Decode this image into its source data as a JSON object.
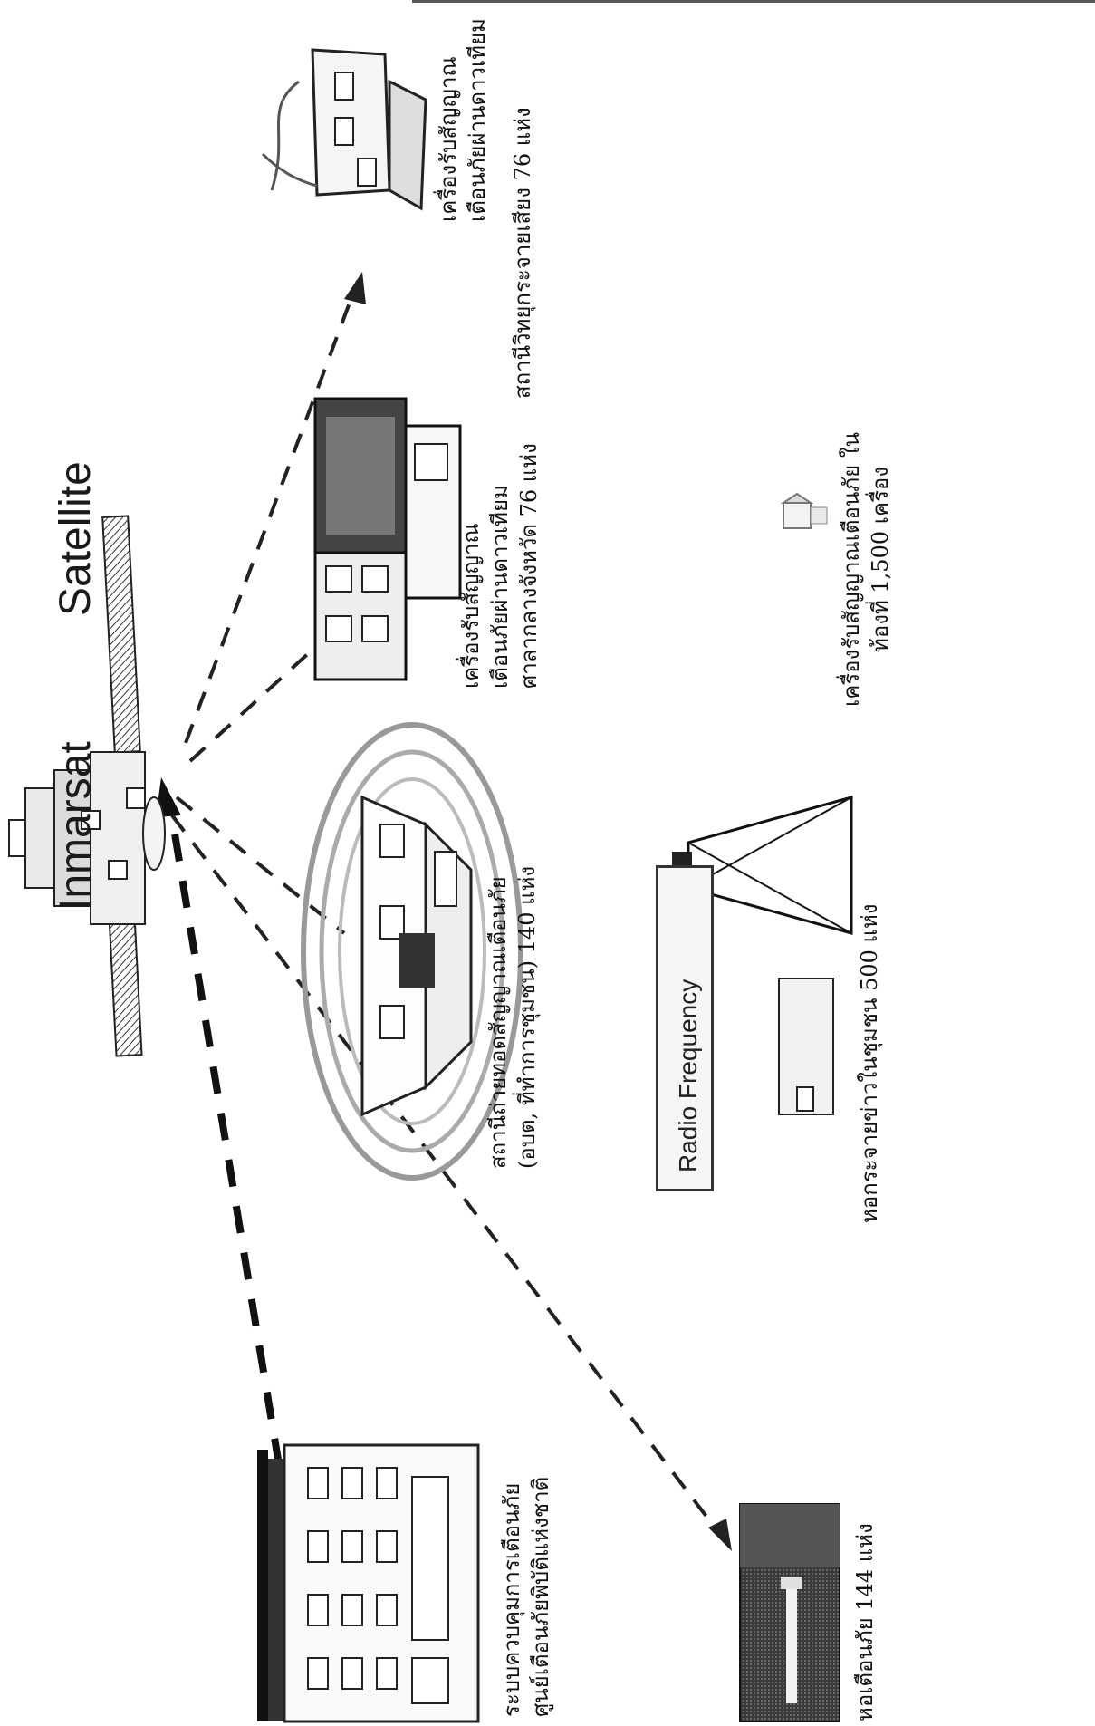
{
  "satellite": {
    "title_left": "Inmarsat",
    "title_right": "Satellite"
  },
  "radio_frequency": "Radio Frequency",
  "nodes": {
    "national_center": {
      "line1": "ระบบควบคุมการเตือนภัย",
      "line2": "ศูนย์เตือนภัยพิบัติแห่งชาติ"
    },
    "warning_tower": {
      "line1": "หอเตือนภัย 144 แห่ง"
    },
    "relay_station": {
      "line1": "สถานีถ่ายทอดสัญญาณเตือนภัย",
      "line2": "(อบต, ที่ทำการชุมชน) 140 แห่ง"
    },
    "community_broadcast": {
      "line1": "หอกระจายข่าวในชุมชน 500 แห่ง"
    },
    "provincial_hall": {
      "line1": "เครื่องรับสัญญาณ",
      "line2": "เตือนภัยผ่านดาวเทียม",
      "line3": "ศาลากลางจังหวัด 76 แห่ง"
    },
    "local_receiver": {
      "line1": "เครื่องรับสัญญาณเตือนภัย ใน",
      "line2": "ท้องที่ 1,500 เครื่อง"
    },
    "radio_station": {
      "line1": "เครื่องรับสัญญาณ",
      "line2": "เตือนภัยผ่านดาวเทียม",
      "line3": "สถานีวิทยุกระจายเสียง 76 แห่ง"
    }
  }
}
